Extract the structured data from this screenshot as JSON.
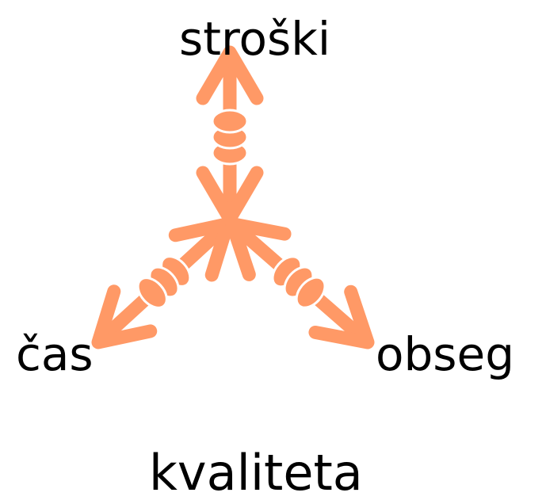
{
  "diagram": {
    "colors": {
      "arrow": "#ff9966",
      "arrow_outline": "#ffffff",
      "text": "#000000",
      "background": "#ffffff"
    },
    "labels": {
      "top": "stroški",
      "left": "čas",
      "right": "obseg",
      "bottom": "kvaliteta"
    },
    "arrows": [
      {
        "name": "costs",
        "connects": [
          "center",
          "stroški"
        ],
        "style": "double-headed-twisted"
      },
      {
        "name": "time",
        "connects": [
          "center",
          "čas"
        ],
        "style": "double-headed-twisted"
      },
      {
        "name": "scope",
        "connects": [
          "center",
          "obseg"
        ],
        "style": "double-headed-twisted"
      }
    ]
  }
}
